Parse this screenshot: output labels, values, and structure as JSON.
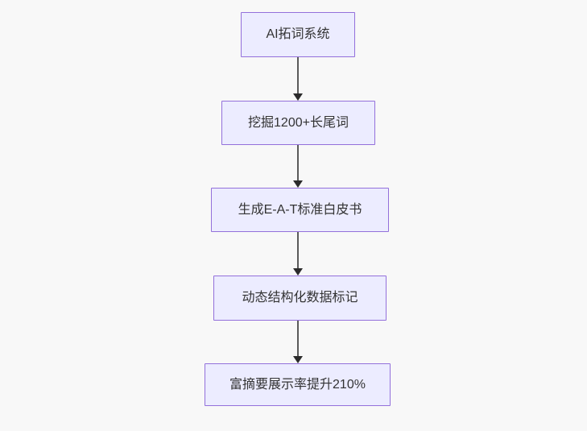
{
  "diagram": {
    "type": "flowchart",
    "direction": "top-down",
    "colors": {
      "background": "#f8f8f8",
      "node_fill": "#ECECFF",
      "node_border": "#9370DB",
      "node_text": "#333333",
      "edge_line": "#5a5a5a",
      "arrowhead": "#2b2b2b"
    },
    "nodes": [
      {
        "label": "AI拓词系统"
      },
      {
        "label": "挖掘1200+长尾词"
      },
      {
        "label": "生成E-A-T标准白皮书"
      },
      {
        "label": "动态结构化数据标记"
      },
      {
        "label": "富摘要展示率提升210%"
      }
    ],
    "edges": [
      {
        "from": "AI拓词系统",
        "to": "挖掘1200+长尾词"
      },
      {
        "from": "挖掘1200+长尾词",
        "to": "生成E-A-T标准白皮书"
      },
      {
        "from": "生成E-A-T标准白皮书",
        "to": "动态结构化数据标记"
      },
      {
        "from": "动态结构化数据标记",
        "to": "富摘要展示率提升210%"
      }
    ]
  }
}
